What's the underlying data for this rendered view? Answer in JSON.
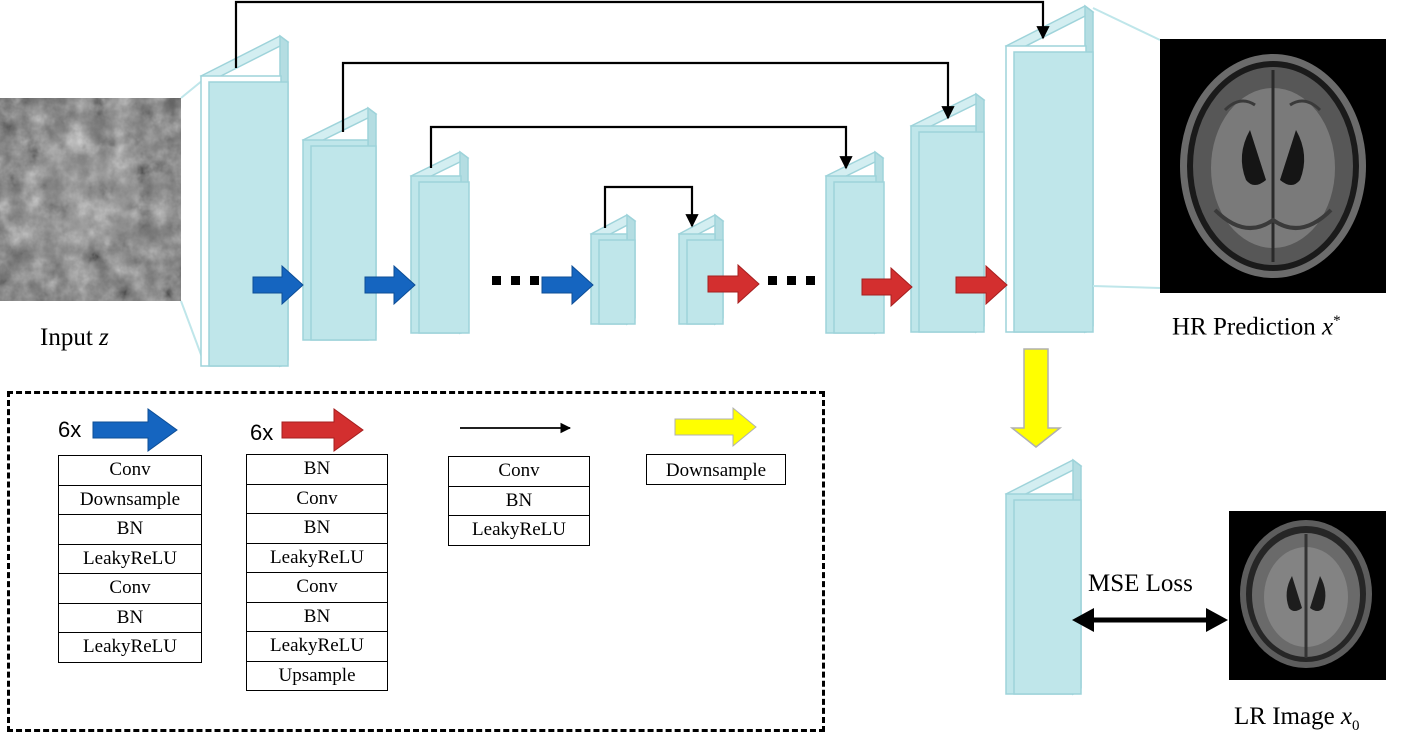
{
  "labels": {
    "input": "Input",
    "input_var": "z",
    "hr_prediction": "HR Prediction",
    "hr_var": "x",
    "hr_sup": "*",
    "lr_image": "LR Image",
    "lr_var": "x",
    "lr_sub": "0",
    "mse_loss": "MSE Loss"
  },
  "legend": {
    "down_block": {
      "repeat": "6x",
      "color": "#1565c0",
      "layers": [
        "Conv",
        "Downsample",
        "BN",
        "LeakyReLU",
        "Conv",
        "BN",
        "LeakyReLU"
      ]
    },
    "up_block": {
      "repeat": "6x",
      "color": "#d32f2f",
      "layers": [
        "BN",
        "Conv",
        "BN",
        "LeakyReLU",
        "Conv",
        "BN",
        "LeakyReLU",
        "Upsample"
      ]
    },
    "skip": {
      "layers": [
        "Conv",
        "BN",
        "LeakyReLU"
      ]
    },
    "downsample": {
      "color": "#ffff00",
      "label": "Downsample"
    }
  },
  "colors": {
    "block": "#bfe6ea",
    "block_edge": "#9ed3da",
    "down_arrow": "#1565c0",
    "up_arrow": "#d32f2f",
    "yellow_arrow": "#ffff00"
  }
}
